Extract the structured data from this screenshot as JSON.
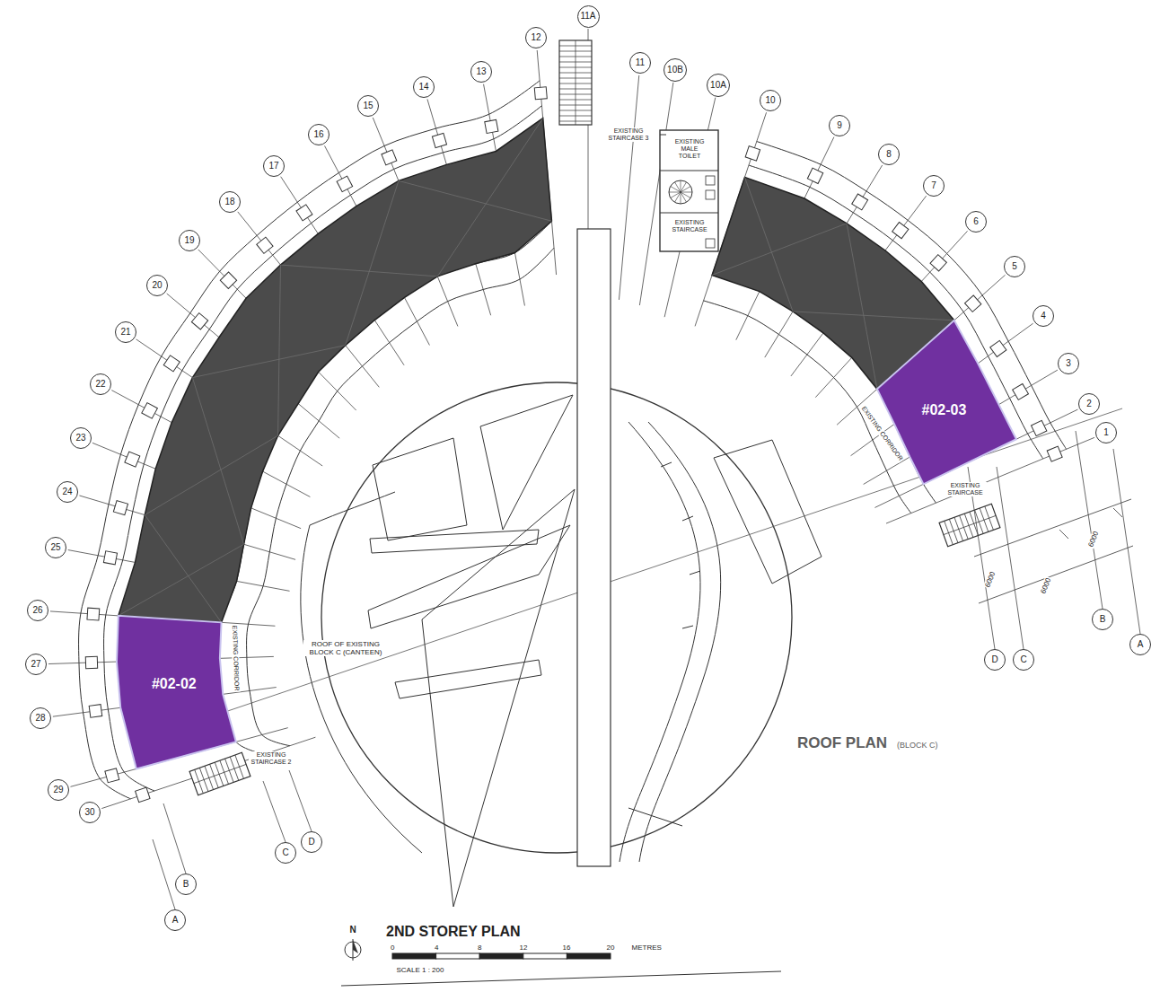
{
  "diagram": {
    "nodes": [
      {
        "text": [
          "#02-03"
        ]
      },
      {
        "text": [
          "#02-02"
        ]
      }
    ],
    "labels": [
      "1",
      "2",
      "3",
      "4",
      "5",
      "6",
      "7",
      "8",
      "9",
      "10",
      "10A",
      "10B",
      "11",
      "11A",
      "12",
      "13",
      "14",
      "15",
      "16",
      "17",
      "18",
      "19",
      "20",
      "21",
      "22",
      "23",
      "24",
      "25",
      "26",
      "27",
      "28",
      "29",
      "30",
      "A",
      "B",
      "C",
      "D",
      "A",
      "B",
      "C",
      "D",
      "EXISTING STAIRCASE 3",
      "EXISTING MALE TOILET",
      "EXISTING STAIRCASE",
      "EXISTING CORRIDOR",
      "EXISTING STAIRCASE",
      "EXISTING CORRIDOR",
      "EXISTING STAIRCASE 2",
      "ROOF OF EXISTING BLOCK C (CANTEEN)",
      "ROOF PLAN",
      "(BLOCK C)",
      "2ND STOREY PLAN",
      "N",
      "0",
      "4",
      "8",
      "12",
      "16",
      "20",
      "METRES",
      "SCALE 1 : 200",
      "6000",
      "6000",
      "6000"
    ]
  }
}
